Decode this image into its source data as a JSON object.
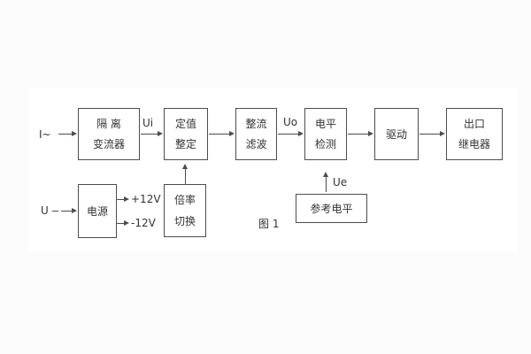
{
  "figure": {
    "caption": "图 1",
    "background_color": "#fcfcfc",
    "panel_color": "#ffffff",
    "line_color": "#4d4d4d",
    "text_color": "#333333"
  },
  "inputs": {
    "current_input": "I~",
    "voltage_input": "U"
  },
  "signal_labels": {
    "ui": "Ui",
    "uo": "Uo",
    "ue": "Ue"
  },
  "power_outputs": {
    "positive": "+12V",
    "negative": "-12V"
  },
  "blocks": {
    "isolation_transformer": {
      "line1": "隔 离",
      "line2": "变流器"
    },
    "setting_adjustment": {
      "line1": "定值",
      "line2": "整定"
    },
    "rectifier_filter": {
      "line1": "整流",
      "line2": "滤波"
    },
    "level_detection": {
      "line1": "电平",
      "line2": "检测"
    },
    "drive": {
      "line1": "驱动"
    },
    "output_relay": {
      "line1": "出口",
      "line2": "继电器"
    },
    "power_supply": {
      "line1": "电源"
    },
    "ratio_switching": {
      "line1": "倍率",
      "line2": "切换"
    },
    "reference_level": {
      "line1": "参考电平"
    }
  }
}
